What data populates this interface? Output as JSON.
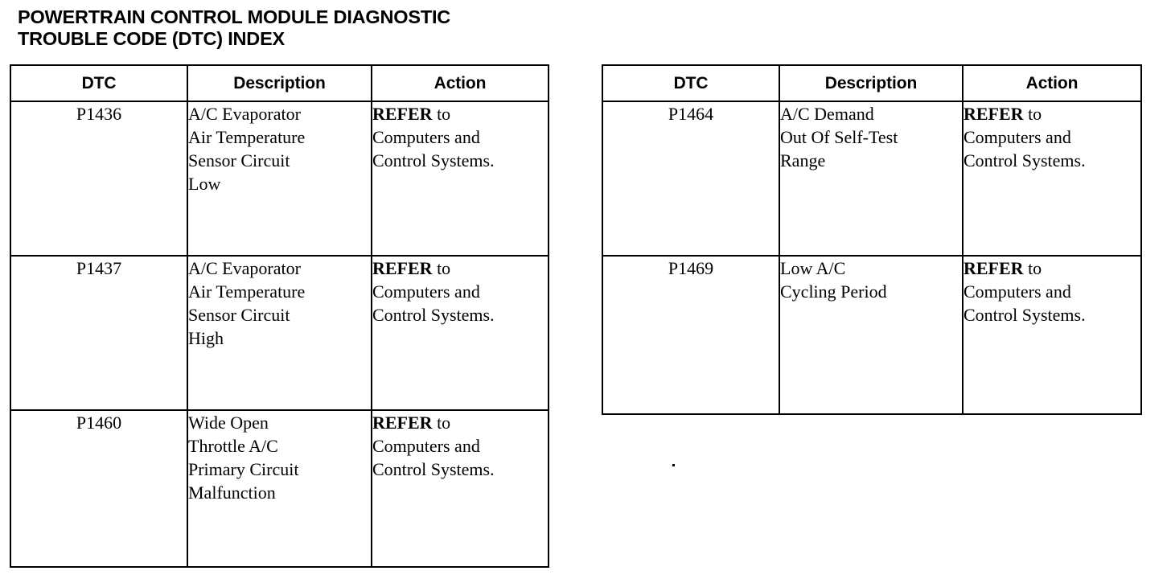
{
  "document": {
    "title": "POWERTRAIN CONTROL MODULE DIAGNOSTIC\nTROUBLE CODE (DTC) INDEX"
  },
  "tables": {
    "left": {
      "headers": {
        "dtc": "DTC",
        "description": "Description",
        "action": "Action"
      },
      "rows": [
        {
          "dtc": "P1436",
          "description": "A/C Evaporator\nAir Temperature\nSensor Circuit\nLow",
          "action_refer": "REFER",
          "action_rest": " to\nComputers and\nControl Systems."
        },
        {
          "dtc": "P1437",
          "description": "A/C Evaporator\nAir Temperature\nSensor Circuit\nHigh",
          "action_refer": "REFER",
          "action_rest": " to\nComputers and\nControl Systems."
        },
        {
          "dtc": "P1460",
          "description": "Wide Open\nThrottle A/C\nPrimary Circuit\nMalfunction",
          "action_refer": "REFER",
          "action_rest": " to\nComputers and\nControl Systems."
        }
      ]
    },
    "right": {
      "headers": {
        "dtc": "DTC",
        "description": "Description",
        "action": "Action"
      },
      "rows": [
        {
          "dtc": "P1464",
          "description": "A/C Demand\nOut Of Self-Test\nRange",
          "action_refer": "REFER",
          "action_rest": " to\nComputers and\nControl Systems."
        },
        {
          "dtc": "P1469",
          "description": "Low A/C\nCycling Period",
          "action_refer": "REFER",
          "action_rest": " to\nComputers and\nControl Systems."
        }
      ]
    }
  },
  "colors": {
    "ink": "#000000",
    "paper": "#ffffff"
  }
}
